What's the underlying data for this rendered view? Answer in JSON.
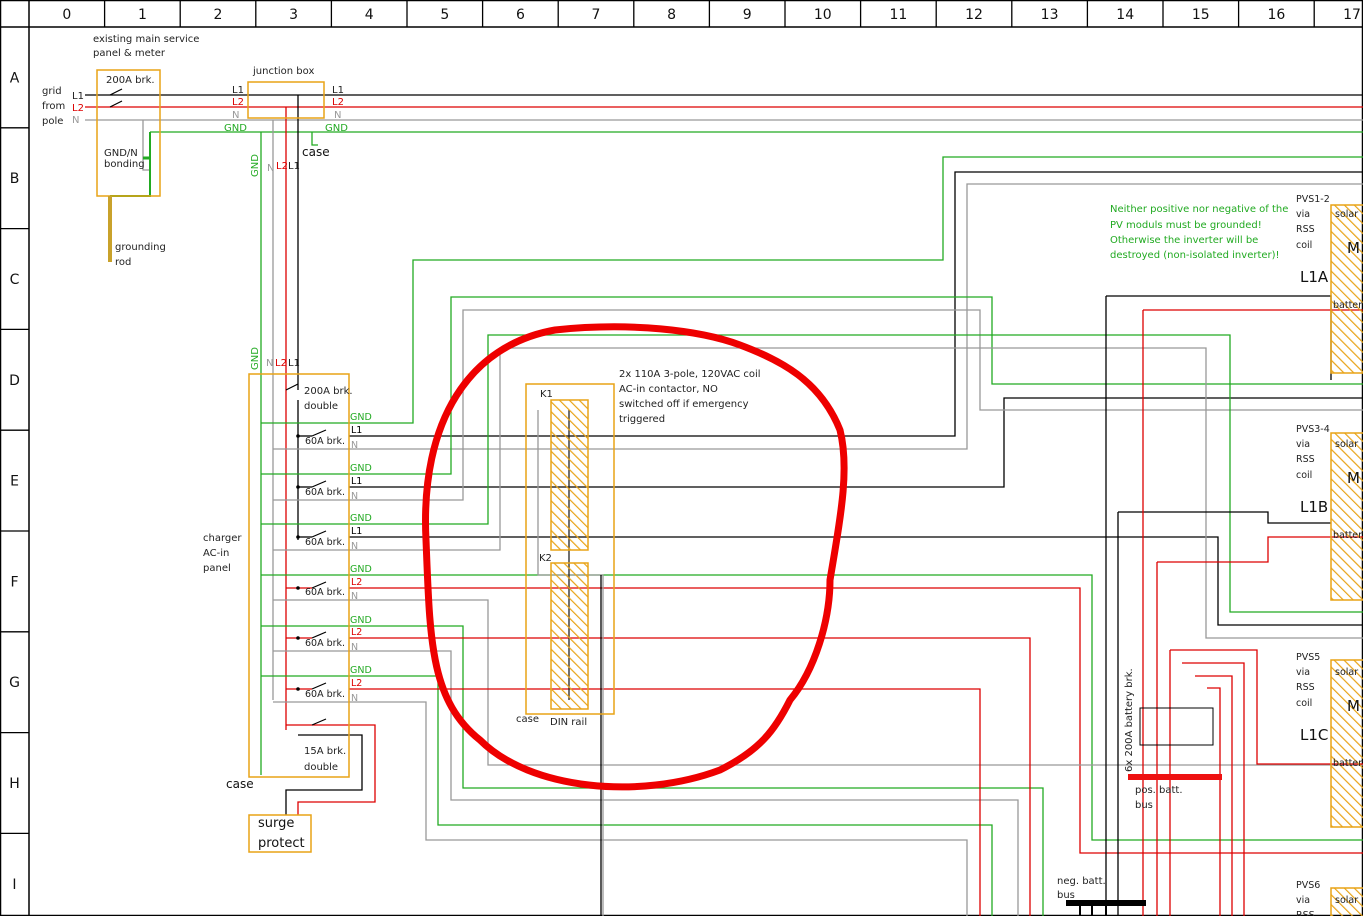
{
  "grid": {
    "columns": [
      "0",
      "1",
      "2",
      "3",
      "4",
      "5",
      "6",
      "7",
      "8",
      "9",
      "10",
      "11",
      "12",
      "13",
      "14",
      "15",
      "16",
      "17"
    ],
    "rows": [
      "A",
      "B",
      "C",
      "D",
      "E",
      "F",
      "G",
      "H",
      "I"
    ]
  },
  "colors": {
    "L1": "#000000",
    "L2": "#dd0000",
    "N": "#999999",
    "GND": "#22aa22",
    "box": "#e8a317",
    "annotation": "#ee0000"
  },
  "labels": {
    "main_service": [
      "existing main service",
      "panel & meter"
    ],
    "breaker_200a": "200A brk.",
    "grid_from_pole": [
      "grid",
      "from",
      "pole"
    ],
    "gnd_n_bonding": [
      "GND/N",
      "bonding"
    ],
    "grounding_rod": [
      "grounding",
      "rod"
    ],
    "junction_box": "junction box",
    "case": "case",
    "breaker_200a_double": [
      "200A brk.",
      "double"
    ],
    "breaker_60a": "60A brk.",
    "breaker_15a_double": [
      "15A brk.",
      "double"
    ],
    "charger_panel": [
      "charger",
      "AC-in",
      "panel"
    ],
    "surge_protect": [
      "surge",
      "protect"
    ],
    "contactor_note": [
      "2x 110A 3-pole, 120VAC coil",
      "AC-in contactor, NO",
      "switched off if emergency",
      "triggered"
    ],
    "k1": "K1",
    "k2": "K2",
    "din_rail": "DIN rail",
    "pv_warning": [
      "Neither positive nor negative of the",
      "PV moduls must be grounded!",
      "Otherwise the inverter will be",
      "destroyed (non-isolated inverter)!"
    ],
    "battery_breakers": "6x 200A battery brk.",
    "pos_batt_bus": [
      "pos. batt.",
      "bus"
    ],
    "neg_batt_bus": [
      "neg. batt.",
      "bus"
    ],
    "via": "via",
    "rss": "RSS",
    "coil": "coil",
    "solar": "solar",
    "battery": "battery",
    "mppt_partial": "M",
    "wire": {
      "L1": "L1",
      "L2": "L2",
      "N": "N",
      "GND": "GND"
    }
  },
  "pv_units": [
    {
      "name": "PVS1-2",
      "inverter": "L1A"
    },
    {
      "name": "PVS3-4",
      "inverter": "L1B"
    },
    {
      "name": "PVS5",
      "inverter": "L1C"
    },
    {
      "name": "PVS6",
      "inverter": ""
    }
  ],
  "branches": [
    {
      "phase": "L1",
      "gnd": "GND",
      "hot": "L1",
      "n": "N",
      "breaker": "60A brk."
    },
    {
      "phase": "L1",
      "gnd": "GND",
      "hot": "L1",
      "n": "N",
      "breaker": "60A brk."
    },
    {
      "phase": "L1",
      "gnd": "GND",
      "hot": "L1",
      "n": "N",
      "breaker": "60A brk."
    },
    {
      "phase": "L2",
      "gnd": "GND",
      "hot": "L2",
      "n": "N",
      "breaker": "60A brk."
    },
    {
      "phase": "L2",
      "gnd": "GND",
      "hot": "L2",
      "n": "N",
      "breaker": "60A brk."
    },
    {
      "phase": "L2",
      "gnd": "GND",
      "hot": "L2",
      "n": "N",
      "breaker": "60A brk."
    }
  ]
}
